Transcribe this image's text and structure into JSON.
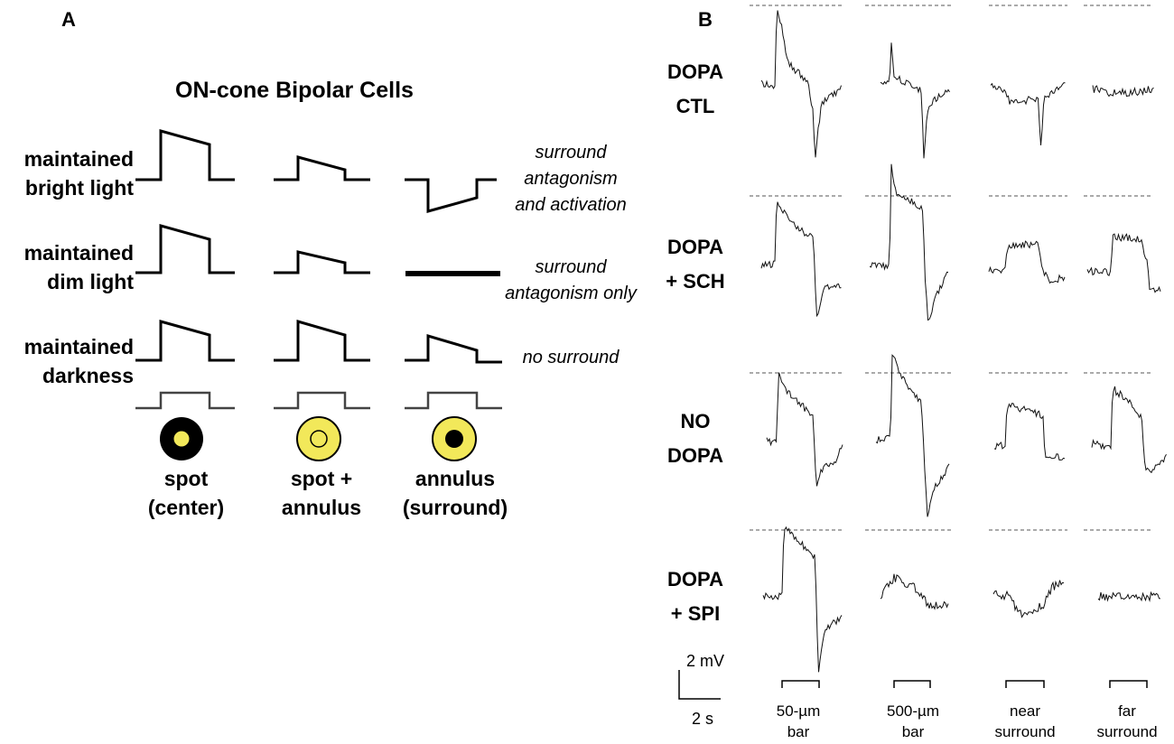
{
  "panel_a": {
    "letter": "A",
    "title": "ON-cone Bipolar Cells",
    "conditions": [
      {
        "line1": "maintained",
        "line2": "bright light",
        "note": [
          "surround",
          "antagonism",
          "and activation"
        ]
      },
      {
        "line1": "maintained",
        "line2": "dim light",
        "note": [
          "surround",
          "antagonism only"
        ]
      },
      {
        "line1": "maintained",
        "line2": "darkness",
        "note": [
          "no surround"
        ]
      }
    ],
    "stimuli": [
      {
        "line1": "spot",
        "line2": "(center)",
        "icon": "spot-center-icon"
      },
      {
        "line1": "spot +",
        "line2": "annulus",
        "icon": "spot-annulus-icon"
      },
      {
        "line1": "annulus",
        "line2": "(surround)",
        "icon": "annulus-surround-icon"
      }
    ],
    "colors": {
      "yellow": "#f2e85a",
      "black": "#000000"
    }
  },
  "panel_b": {
    "letter": "B",
    "rows": [
      {
        "line1": "DOPA",
        "line2": "CTL"
      },
      {
        "line1": "DOPA",
        "line2": "+ SCH"
      },
      {
        "line1": "NO",
        "line2": "DOPA"
      },
      {
        "line1": "DOPA",
        "line2": "+ SPI"
      }
    ],
    "columns": [
      {
        "line1": "50-µm",
        "line2": "bar"
      },
      {
        "line1": "500-µm",
        "line2": "bar"
      },
      {
        "line1": "near",
        "line2": "surround"
      },
      {
        "line1": "far",
        "line2": "surround"
      }
    ],
    "scale_bar": {
      "y_label": "2 mV",
      "x_label": "2 s"
    }
  }
}
